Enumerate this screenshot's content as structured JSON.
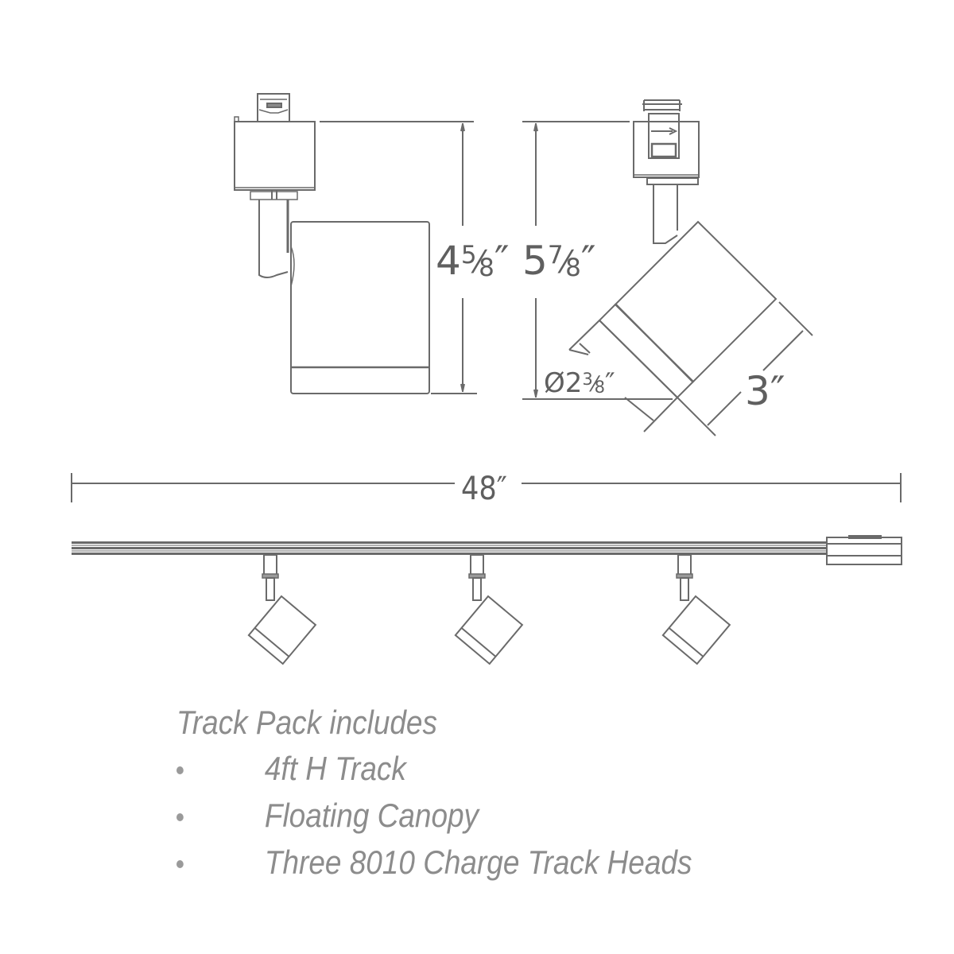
{
  "colors": {
    "line": "#6a6a6a",
    "dimension_text": "#5f5f5f",
    "notes_text": "#8c8c8c",
    "background": "#ffffff"
  },
  "views": {
    "side_view": {
      "label": "side-view-track-head",
      "height": {
        "whole": "4",
        "num": "5",
        "den": "8",
        "unit": "″"
      }
    },
    "angled_view": {
      "label": "angled-view-track-head",
      "height": {
        "whole": "5",
        "num": "7",
        "den": "8",
        "unit": "″"
      },
      "diameter": {
        "prefix": "Ø2",
        "num": "3",
        "den": "8",
        "unit": "″"
      },
      "length": {
        "value": "3",
        "unit": "″"
      }
    },
    "track_view": {
      "label": "track-assembly",
      "length": {
        "value": "48",
        "unit": "″"
      },
      "heads_count": 3
    }
  },
  "notes": {
    "title": "Track Pack includes",
    "items": [
      {
        "label": "4ft H Track"
      },
      {
        "label": "Floating Canopy"
      },
      {
        "label": "Three 8010 Charge Track Heads"
      }
    ]
  }
}
